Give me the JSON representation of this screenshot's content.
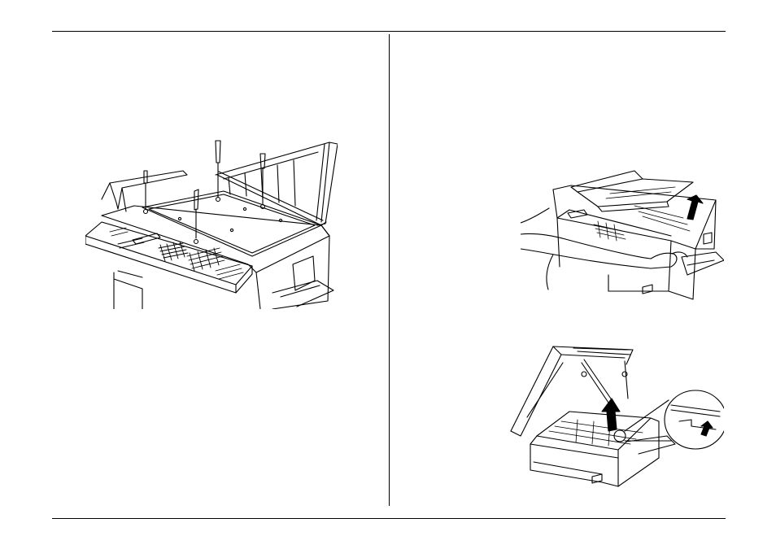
{
  "page": {
    "layout": "two-column",
    "figures": [
      {
        "id": "screw-removal",
        "description_icon": "fax-glass-screws-illustration"
      },
      {
        "id": "lift-cover",
        "description_icon": "fax-lift-cover-illustration"
      },
      {
        "id": "open-scanner",
        "description_icon": "fax-open-scanner-illustration"
      }
    ]
  },
  "colors": {
    "ink": "#000000",
    "paper": "#ffffff"
  }
}
